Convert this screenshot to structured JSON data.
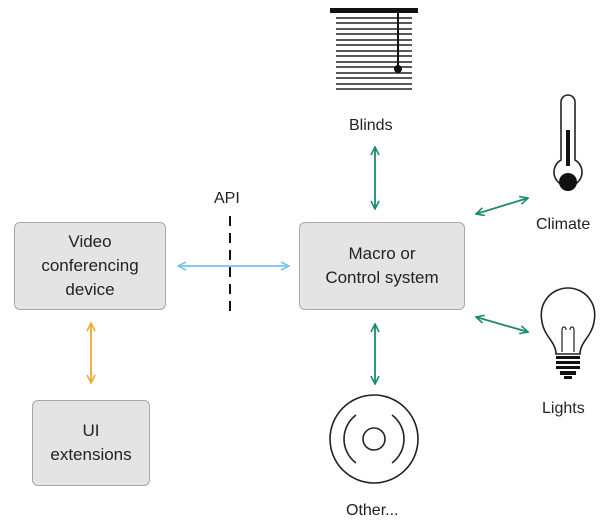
{
  "colors": {
    "teal_arrow": "#1a8a6e",
    "blue_arrow": "#7cc3e6",
    "orange_arrow": "#f0a830",
    "box_fill": "#e4e4e4",
    "box_border": "#a8a8a8"
  },
  "nodes": {
    "video_device": [
      "Video",
      "conferencing",
      "device"
    ],
    "macro": [
      "Macro or",
      "Control system"
    ],
    "ui_extensions": [
      "UI",
      "extensions"
    ]
  },
  "labels": {
    "api": "API",
    "blinds": "Blinds",
    "climate": "Climate",
    "lights": "Lights",
    "other": "Other..."
  },
  "icons": {
    "blinds": "blinds-icon",
    "climate": "thermometer-icon",
    "lights": "light-bulb-icon",
    "other": "speaker-disc-icon"
  }
}
